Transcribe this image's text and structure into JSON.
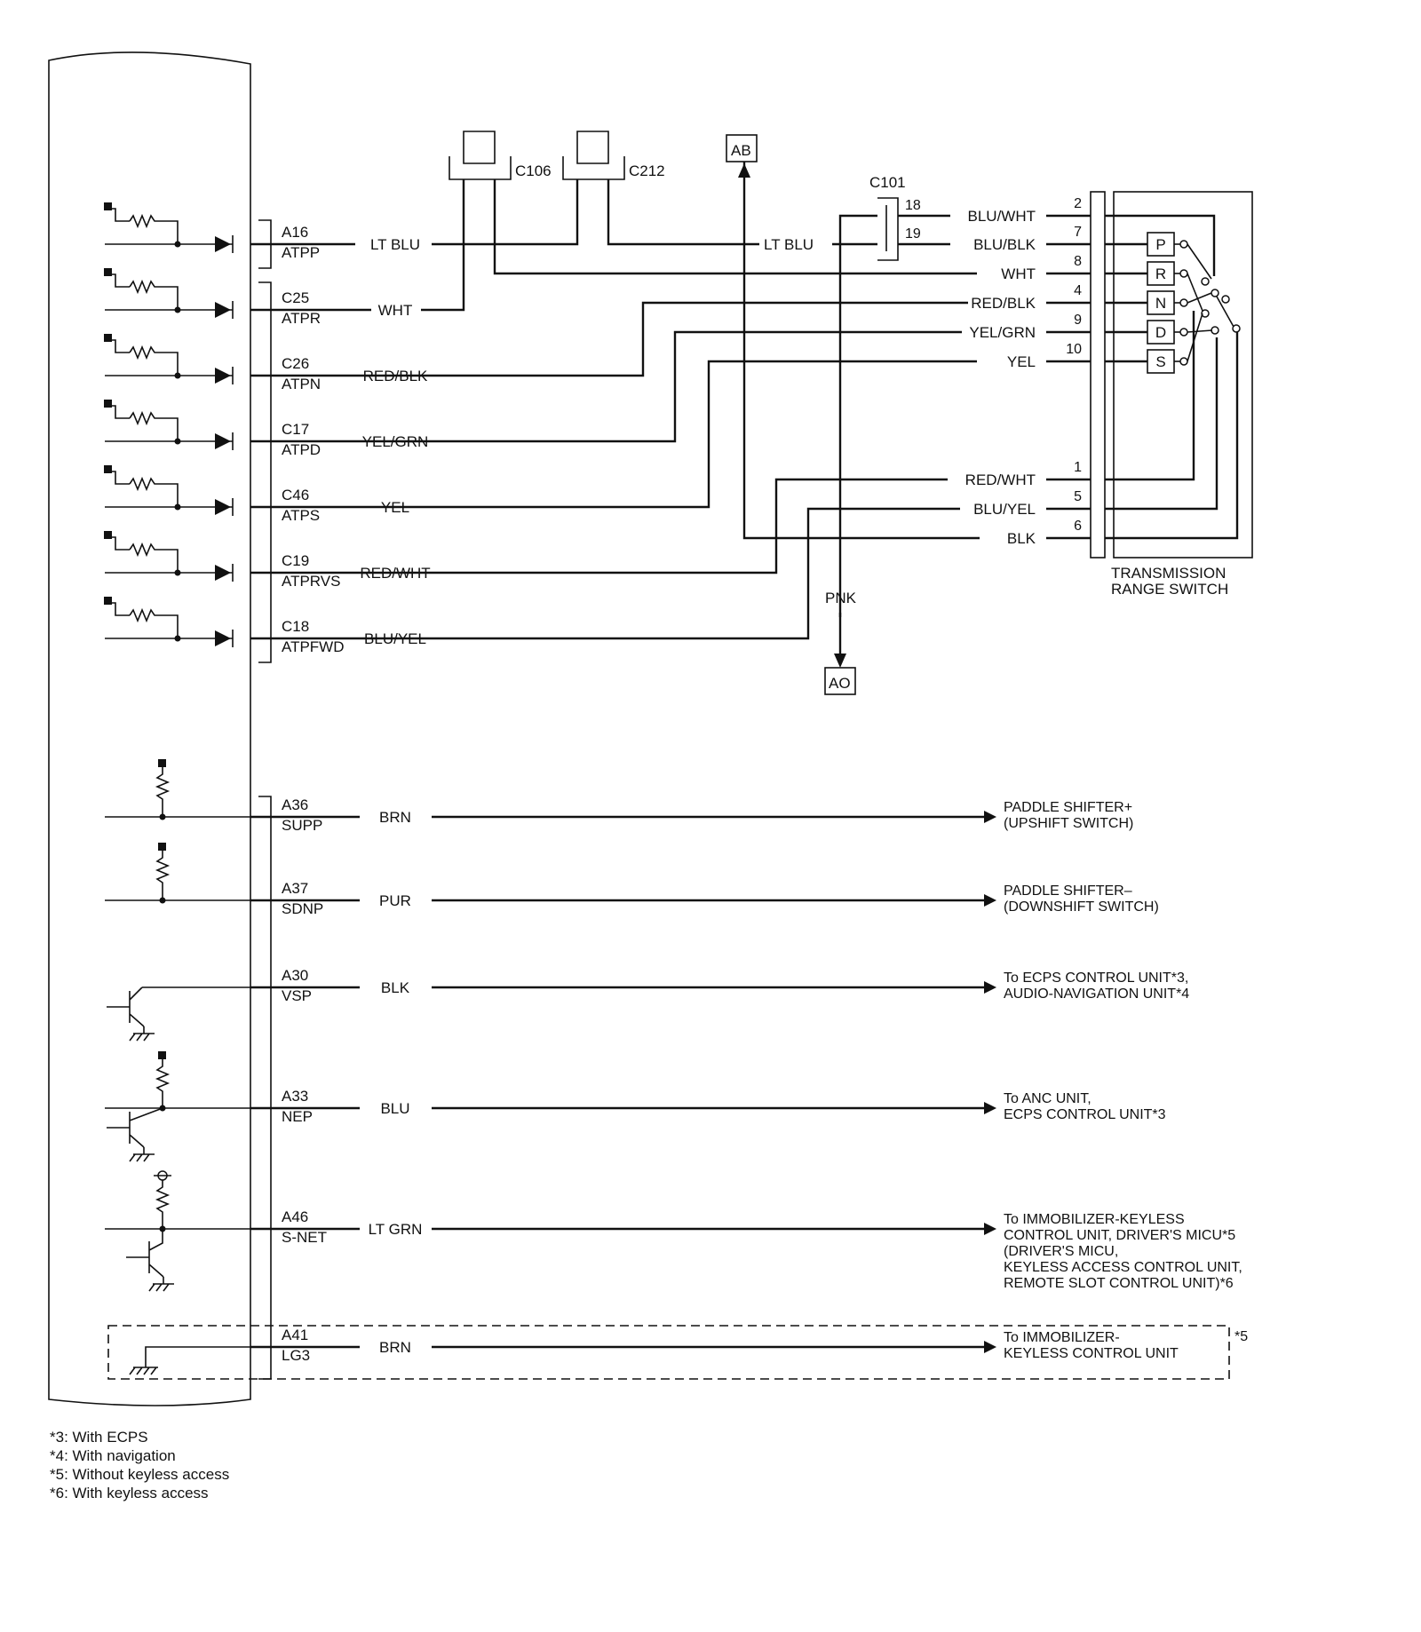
{
  "connectors": {
    "c106": "C106",
    "c212": "C212",
    "c101": "C101",
    "ab": "AB",
    "ao": "AO"
  },
  "pcm_pins": [
    {
      "id": "a16",
      "pin": "A16",
      "signal": "ATPP",
      "wire": "LT BLU"
    },
    {
      "id": "c25",
      "pin": "C25",
      "signal": "ATPR",
      "wire": "WHT"
    },
    {
      "id": "c26",
      "pin": "C26",
      "signal": "ATPN",
      "wire": "RED/BLK"
    },
    {
      "id": "c17",
      "pin": "C17",
      "signal": "ATPD",
      "wire": "YEL/GRN"
    },
    {
      "id": "c46",
      "pin": "C46",
      "signal": "ATPS",
      "wire": "YEL"
    },
    {
      "id": "c19",
      "pin": "C19",
      "signal": "ATPRVS",
      "wire": "RED/WHT"
    },
    {
      "id": "c18",
      "pin": "C18",
      "signal": "ATPFWD",
      "wire": "BLU/YEL"
    }
  ],
  "ltblu_right": "LT BLU",
  "c101_pins": [
    "18",
    "19"
  ],
  "pnk_wire": "PNK",
  "switch_terminals": [
    {
      "id": "t2",
      "num": "2",
      "wire": "BLU/WHT"
    },
    {
      "id": "t7",
      "num": "7",
      "wire": "BLU/BLK"
    },
    {
      "id": "t8",
      "num": "8",
      "wire": "WHT"
    },
    {
      "id": "t4",
      "num": "4",
      "wire": "RED/BLK"
    },
    {
      "id": "t9",
      "num": "9",
      "wire": "YEL/GRN"
    },
    {
      "id": "t10",
      "num": "10",
      "wire": "YEL"
    },
    {
      "id": "t1",
      "num": "1",
      "wire": "RED/WHT"
    },
    {
      "id": "t5",
      "num": "5",
      "wire": "BLU/YEL"
    },
    {
      "id": "t6",
      "num": "6",
      "wire": "BLK"
    }
  ],
  "switch_positions": [
    "P",
    "R",
    "N",
    "D",
    "S"
  ],
  "switch_name": [
    "TRANSMISSION",
    "RANGE SWITCH"
  ],
  "outputs": [
    {
      "id": "a36",
      "pin": "A36",
      "signal": "SUPP",
      "wire": "BRN",
      "dest": [
        "PADDLE SHIFTER+",
        "(UPSHIFT SWITCH)"
      ]
    },
    {
      "id": "a37",
      "pin": "A37",
      "signal": "SDNP",
      "wire": "PUR",
      "dest": [
        "PADDLE SHIFTER–",
        "(DOWNSHIFT SWITCH)"
      ]
    },
    {
      "id": "a30",
      "pin": "A30",
      "signal": "VSP",
      "wire": "BLK",
      "dest": [
        "To ECPS CONTROL UNIT*3,",
        "AUDIO-NAVIGATION UNIT*4"
      ]
    },
    {
      "id": "a33",
      "pin": "A33",
      "signal": "NEP",
      "wire": "BLU",
      "dest": [
        "To ANC UNIT,",
        "ECPS CONTROL UNIT*3"
      ]
    },
    {
      "id": "a46",
      "pin": "A46",
      "signal": "S-NET",
      "wire": "LT GRN",
      "dest": [
        "To IMMOBILIZER-KEYLESS",
        "CONTROL UNIT, DRIVER'S MICU*5",
        "(DRIVER'S MICU,",
        "KEYLESS ACCESS CONTROL UNIT,",
        "REMOTE SLOT CONTROL UNIT)*6"
      ]
    },
    {
      "id": "a41",
      "pin": "A41",
      "signal": "LG3",
      "wire": "BRN",
      "dest": [
        "To IMMOBILIZER-",
        "KEYLESS CONTROL UNIT"
      ]
    }
  ],
  "a41_note": "*5",
  "footnotes": [
    "*3:  With ECPS",
    "*4:  With navigation",
    "*5:  Without keyless access",
    "*6:  With keyless access"
  ]
}
